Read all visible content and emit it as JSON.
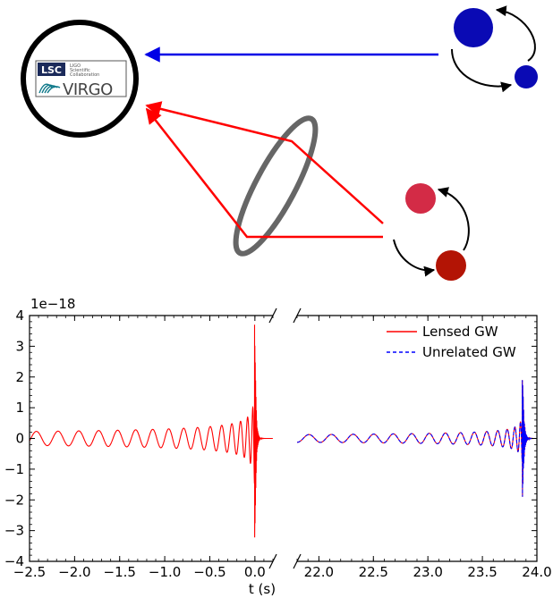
{
  "schematic": {
    "detector_logo": {
      "lsc_text": "LSC",
      "ligo_lines": [
        "LIGO",
        "Scientific",
        "Collaboration"
      ],
      "virgo_text": "VIRGO"
    },
    "unlensed_path_color": "#0000e6",
    "lensed_path_color": "#ff0000",
    "lens_color": "#666666",
    "blue_binary_colors": [
      "#0a0ab4",
      "#0a0ab4"
    ],
    "red_binary_colors": [
      "#d32b46",
      "#b31405"
    ]
  },
  "chart_data": {
    "type": "line",
    "xlabel": "t (s)",
    "ylabel": "",
    "y_scale_label": "1e−18",
    "ylim": [
      -4,
      4
    ],
    "y_ticks": [
      -4,
      -3,
      -2,
      -1,
      0,
      1,
      2,
      3,
      4
    ],
    "y_tick_labels": [
      "−4",
      "−3",
      "−2",
      "−1",
      "0",
      "1",
      "2",
      "3",
      "4"
    ],
    "broken_x_axis": true,
    "left_panel": {
      "xlim": [
        -2.5,
        0.2
      ],
      "x_ticks": [
        -2.5,
        -2.0,
        -1.5,
        -1.0,
        -0.5,
        0.0
      ],
      "x_tick_labels": [
        "−2.5",
        "−2.0",
        "−1.5",
        "−1.0",
        "−0.5",
        "0.0"
      ]
    },
    "right_panel": {
      "xlim": [
        21.8,
        24.0
      ],
      "x_ticks": [
        22.0,
        22.5,
        23.0,
        23.5,
        24.0
      ],
      "x_tick_labels": [
        "22.0",
        "22.5",
        "23.0",
        "23.5",
        "24.0"
      ]
    },
    "series": [
      {
        "name": "Lensed GW",
        "color": "#ff0000",
        "style": "solid",
        "panels": [
          "left",
          "right"
        ],
        "merger_time_left": 0.0,
        "merger_time_right": 23.87,
        "peak_amplitude": 3.7
      },
      {
        "name": "Unrelated GW",
        "color": "#0000ff",
        "style": "dashed",
        "panels": [
          "right"
        ],
        "merger_time": 23.87,
        "peak_amplitude": 1.9
      }
    ],
    "legend_position": "upper right"
  }
}
